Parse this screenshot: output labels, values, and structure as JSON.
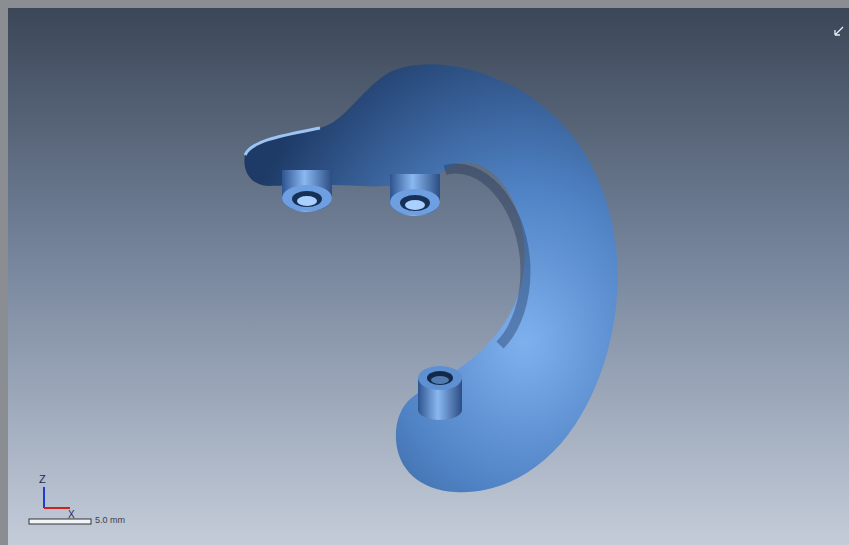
{
  "diagram": {
    "labels": [
      "Z",
      "X",
      "5.0 mm"
    ]
  }
}
